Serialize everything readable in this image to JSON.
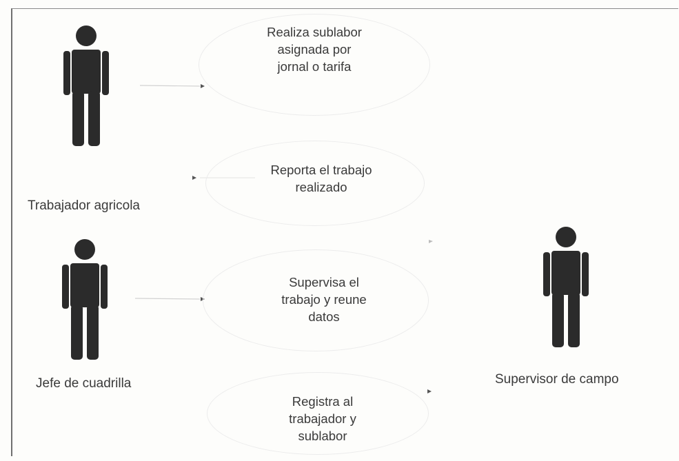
{
  "actors": {
    "worker": {
      "label": "Trabajador agricola",
      "icon": "person-icon"
    },
    "crew_chief": {
      "label": "Jefe de cuadrilla",
      "icon": "person-icon"
    },
    "field_supervisor": {
      "label": "Supervisor de campo",
      "icon": "person-icon"
    }
  },
  "use_cases": [
    {
      "lines": [
        "Realiza sublabor",
        "asignada por",
        "jornal o tarifa"
      ]
    },
    {
      "lines": [
        "Reporta el trabajo",
        "realizado"
      ]
    },
    {
      "lines": [
        "Supervisa el",
        "trabajo y reune",
        "datos"
      ]
    },
    {
      "lines": [
        "Registra al",
        "trabajador y",
        "sublabor"
      ]
    }
  ],
  "colors": {
    "actor_fill": "#2b2b2b",
    "text": "#3a3a3a",
    "connector": "#cfcfcf",
    "arrowhead": "#555555"
  }
}
